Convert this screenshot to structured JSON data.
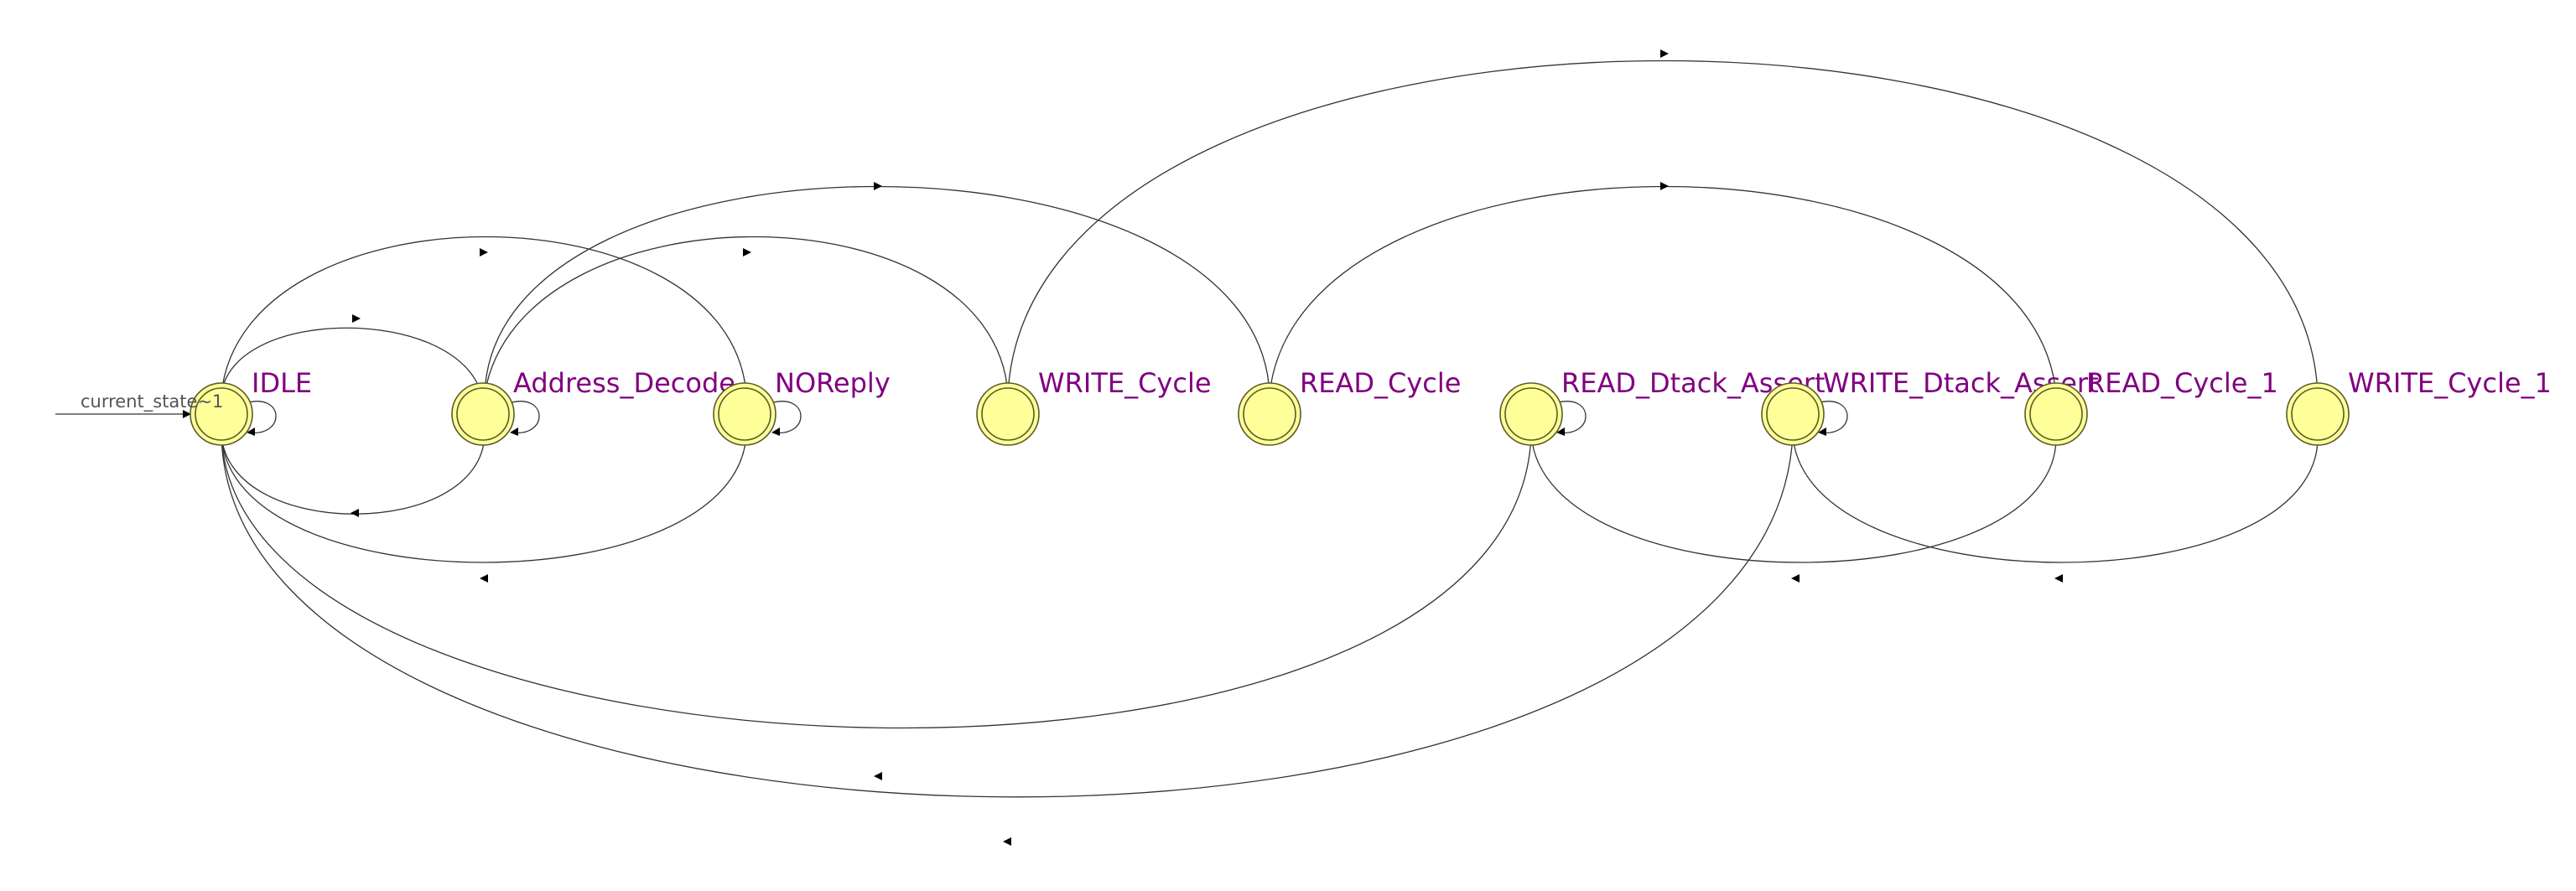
{
  "diagram": {
    "type": "state-machine",
    "initial_transition_label": "current_state~1",
    "initial_state": "IDLE",
    "colors": {
      "state_fill": "#ffff99",
      "state_stroke": "#5a5a2a",
      "label": "#800080",
      "edge": "#333333"
    },
    "states": [
      {
        "id": "idle",
        "label": "IDLE"
      },
      {
        "id": "address-decode",
        "label": "Address_Decode"
      },
      {
        "id": "noreply",
        "label": "NOReply"
      },
      {
        "id": "write-cycle",
        "label": "WRITE_Cycle"
      },
      {
        "id": "read-cycle",
        "label": "READ_Cycle"
      },
      {
        "id": "read-dtack-assert",
        "label": "READ_Dtack_Assert"
      },
      {
        "id": "write-dtack-assert",
        "label": "WRITE_Dtack_Assert"
      },
      {
        "id": "read-cycle-1",
        "label": "READ_Cycle_1"
      },
      {
        "id": "write-cycle-1",
        "label": "WRITE_Cycle_1"
      }
    ],
    "transitions": [
      {
        "from": "IDLE",
        "to": "IDLE"
      },
      {
        "from": "IDLE",
        "to": "Address_Decode"
      },
      {
        "from": "IDLE",
        "to": "NOReply"
      },
      {
        "from": "Address_Decode",
        "to": "Address_Decode"
      },
      {
        "from": "Address_Decode",
        "to": "IDLE"
      },
      {
        "from": "Address_Decode",
        "to": "WRITE_Cycle"
      },
      {
        "from": "Address_Decode",
        "to": "READ_Cycle"
      },
      {
        "from": "NOReply",
        "to": "NOReply"
      },
      {
        "from": "NOReply",
        "to": "IDLE"
      },
      {
        "from": "WRITE_Cycle",
        "to": "WRITE_Cycle_1"
      },
      {
        "from": "READ_Cycle",
        "to": "READ_Cycle_1"
      },
      {
        "from": "READ_Dtack_Assert",
        "to": "READ_Dtack_Assert"
      },
      {
        "from": "READ_Dtack_Assert",
        "to": "IDLE"
      },
      {
        "from": "WRITE_Dtack_Assert",
        "to": "WRITE_Dtack_Assert"
      },
      {
        "from": "WRITE_Dtack_Assert",
        "to": "IDLE"
      },
      {
        "from": "READ_Cycle_1",
        "to": "READ_Dtack_Assert"
      },
      {
        "from": "WRITE_Cycle_1",
        "to": "WRITE_Dtack_Assert"
      }
    ]
  }
}
